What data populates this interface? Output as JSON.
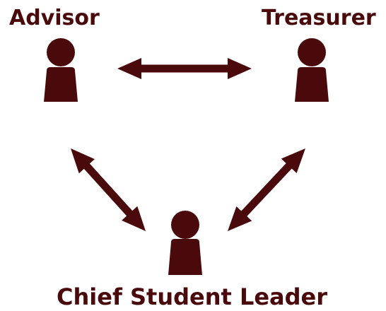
{
  "colors": {
    "primary": "#4a0a0b",
    "background": "#ffffff"
  },
  "nodes": {
    "advisor": {
      "label": "Advisor",
      "icon": "person-icon"
    },
    "treasurer": {
      "label": "Treasurer",
      "icon": "person-icon"
    },
    "chief_student_leader": {
      "label": "Chief Student Leader",
      "icon": "person-icon"
    }
  },
  "edges": [
    {
      "from": "advisor",
      "to": "treasurer",
      "type": "double-arrow"
    },
    {
      "from": "advisor",
      "to": "chief_student_leader",
      "type": "double-arrow"
    },
    {
      "from": "treasurer",
      "to": "chief_student_leader",
      "type": "double-arrow"
    }
  ]
}
